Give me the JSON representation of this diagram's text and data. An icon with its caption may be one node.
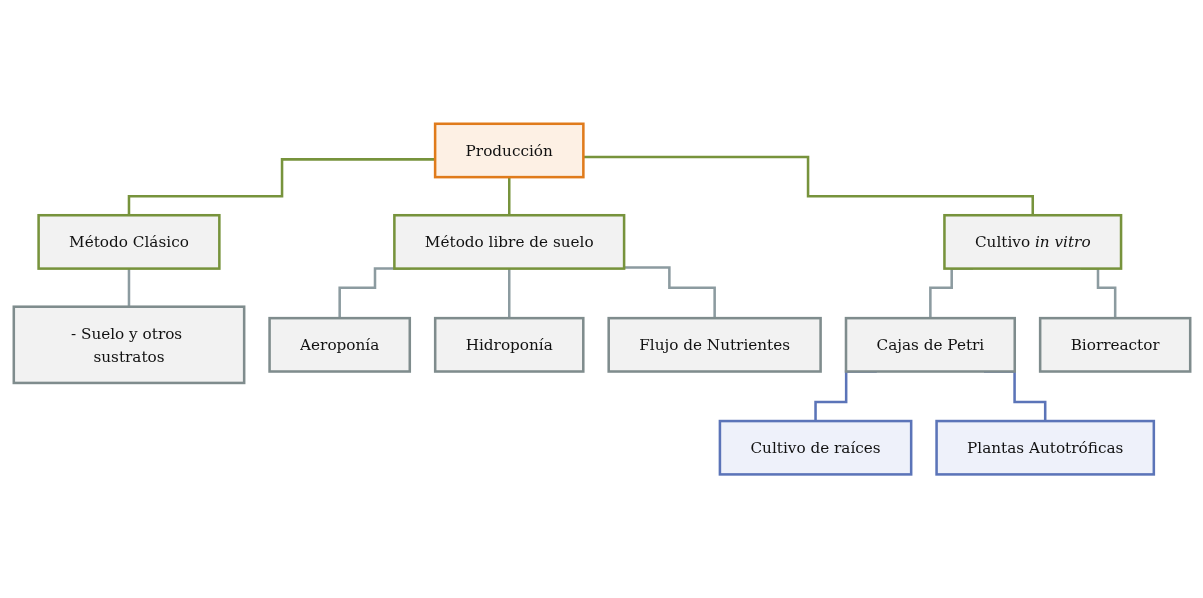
{
  "diagram": {
    "nodes": [
      {
        "text": [
          "Producción"
        ]
      },
      {
        "text": [
          "Método Clásico"
        ]
      },
      {
        "text": [
          "Método libre de suelo"
        ]
      },
      {
        "text": [
          "Cultivo *in vitro*"
        ]
      },
      {
        "text": [
          "- Suelo y otros sustratos"
        ]
      },
      {
        "text": [
          "Aeroponía"
        ]
      },
      {
        "text": [
          "Hidroponía"
        ]
      },
      {
        "text": [
          "Flujo de Nutrientes"
        ]
      },
      {
        "text": [
          "Cajas de Petri"
        ]
      },
      {
        "text": [
          "Biorreactor"
        ]
      },
      {
        "text": [
          "Cultivo de raíces"
        ]
      },
      {
        "text": [
          "Plantas Autotróficas"
        ]
      }
    ],
    "edges": [
      {
        "from": 0,
        "to": 1,
        "arrow": "none",
        "color": "#77933c"
      },
      {
        "from": 0,
        "to": 2,
        "arrow": "none",
        "color": "#77933c"
      },
      {
        "from": 0,
        "to": 3,
        "arrow": "none",
        "color": "#77933c"
      },
      {
        "from": 1,
        "to": 4,
        "arrow": "none"
      },
      {
        "from": 2,
        "to": 5,
        "arrow": "none"
      },
      {
        "from": 2,
        "to": 6,
        "arrow": "none"
      },
      {
        "from": 2,
        "to": 7,
        "arrow": "none"
      },
      {
        "from": 3,
        "to": 8,
        "arrow": "none"
      },
      {
        "from": 3,
        "to": 9,
        "arrow": "none"
      },
      {
        "from": 8,
        "to": 10,
        "arrow": "none",
        "color": "#5b74b8"
      },
      {
        "from": 8,
        "to": 11,
        "arrow": "none",
        "color": "#5b74b8"
      }
    ]
  }
}
